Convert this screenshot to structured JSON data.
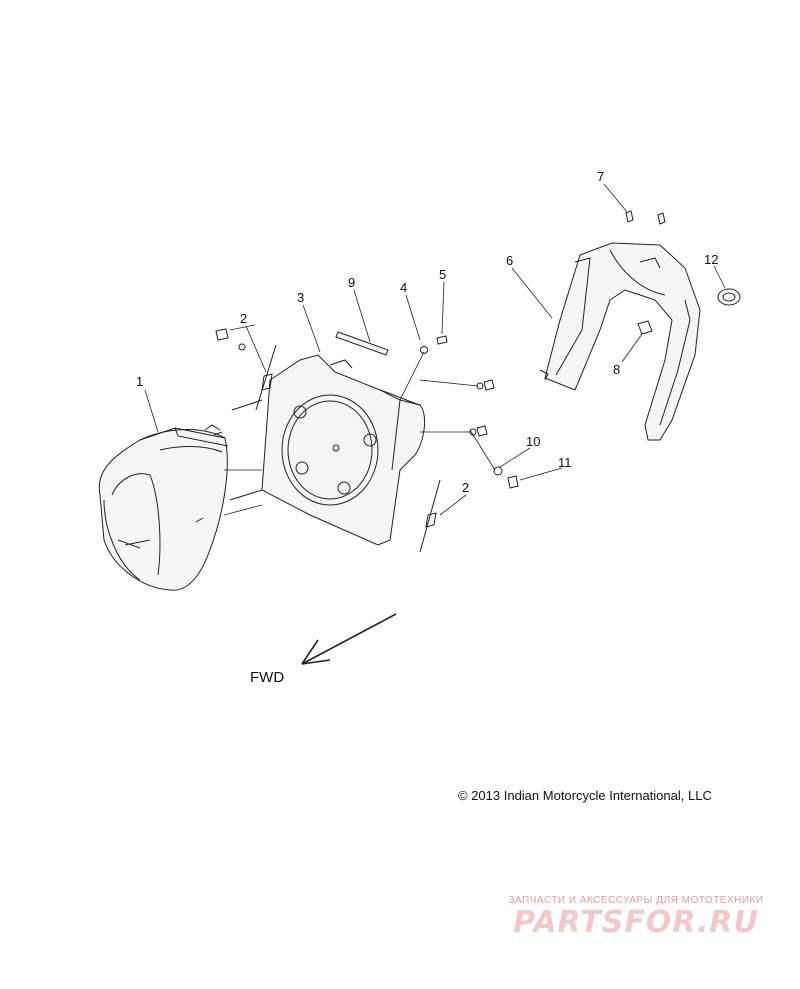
{
  "callouts": {
    "c1": "1",
    "c2a": "2",
    "c2b": "2",
    "c3": "3",
    "c4": "4",
    "c5": "5",
    "c6": "6",
    "c7": "7",
    "c8": "8",
    "c9": "9",
    "c10": "10",
    "c11": "11",
    "c12": "12"
  },
  "direction_label": "FWD",
  "copyright": "© 2013 Indian Motorcycle International, LLC",
  "watermark": {
    "tagline": "ЗАПЧАСТИ И АКСЕССУАРЫ ДЛЯ МОТОТЕХНИКИ",
    "logo_text": "PARTSFOR.RU"
  },
  "colors": {
    "line": "#222222",
    "part_fill": "#f4f4f4",
    "watermark": "#e8a5a5"
  }
}
